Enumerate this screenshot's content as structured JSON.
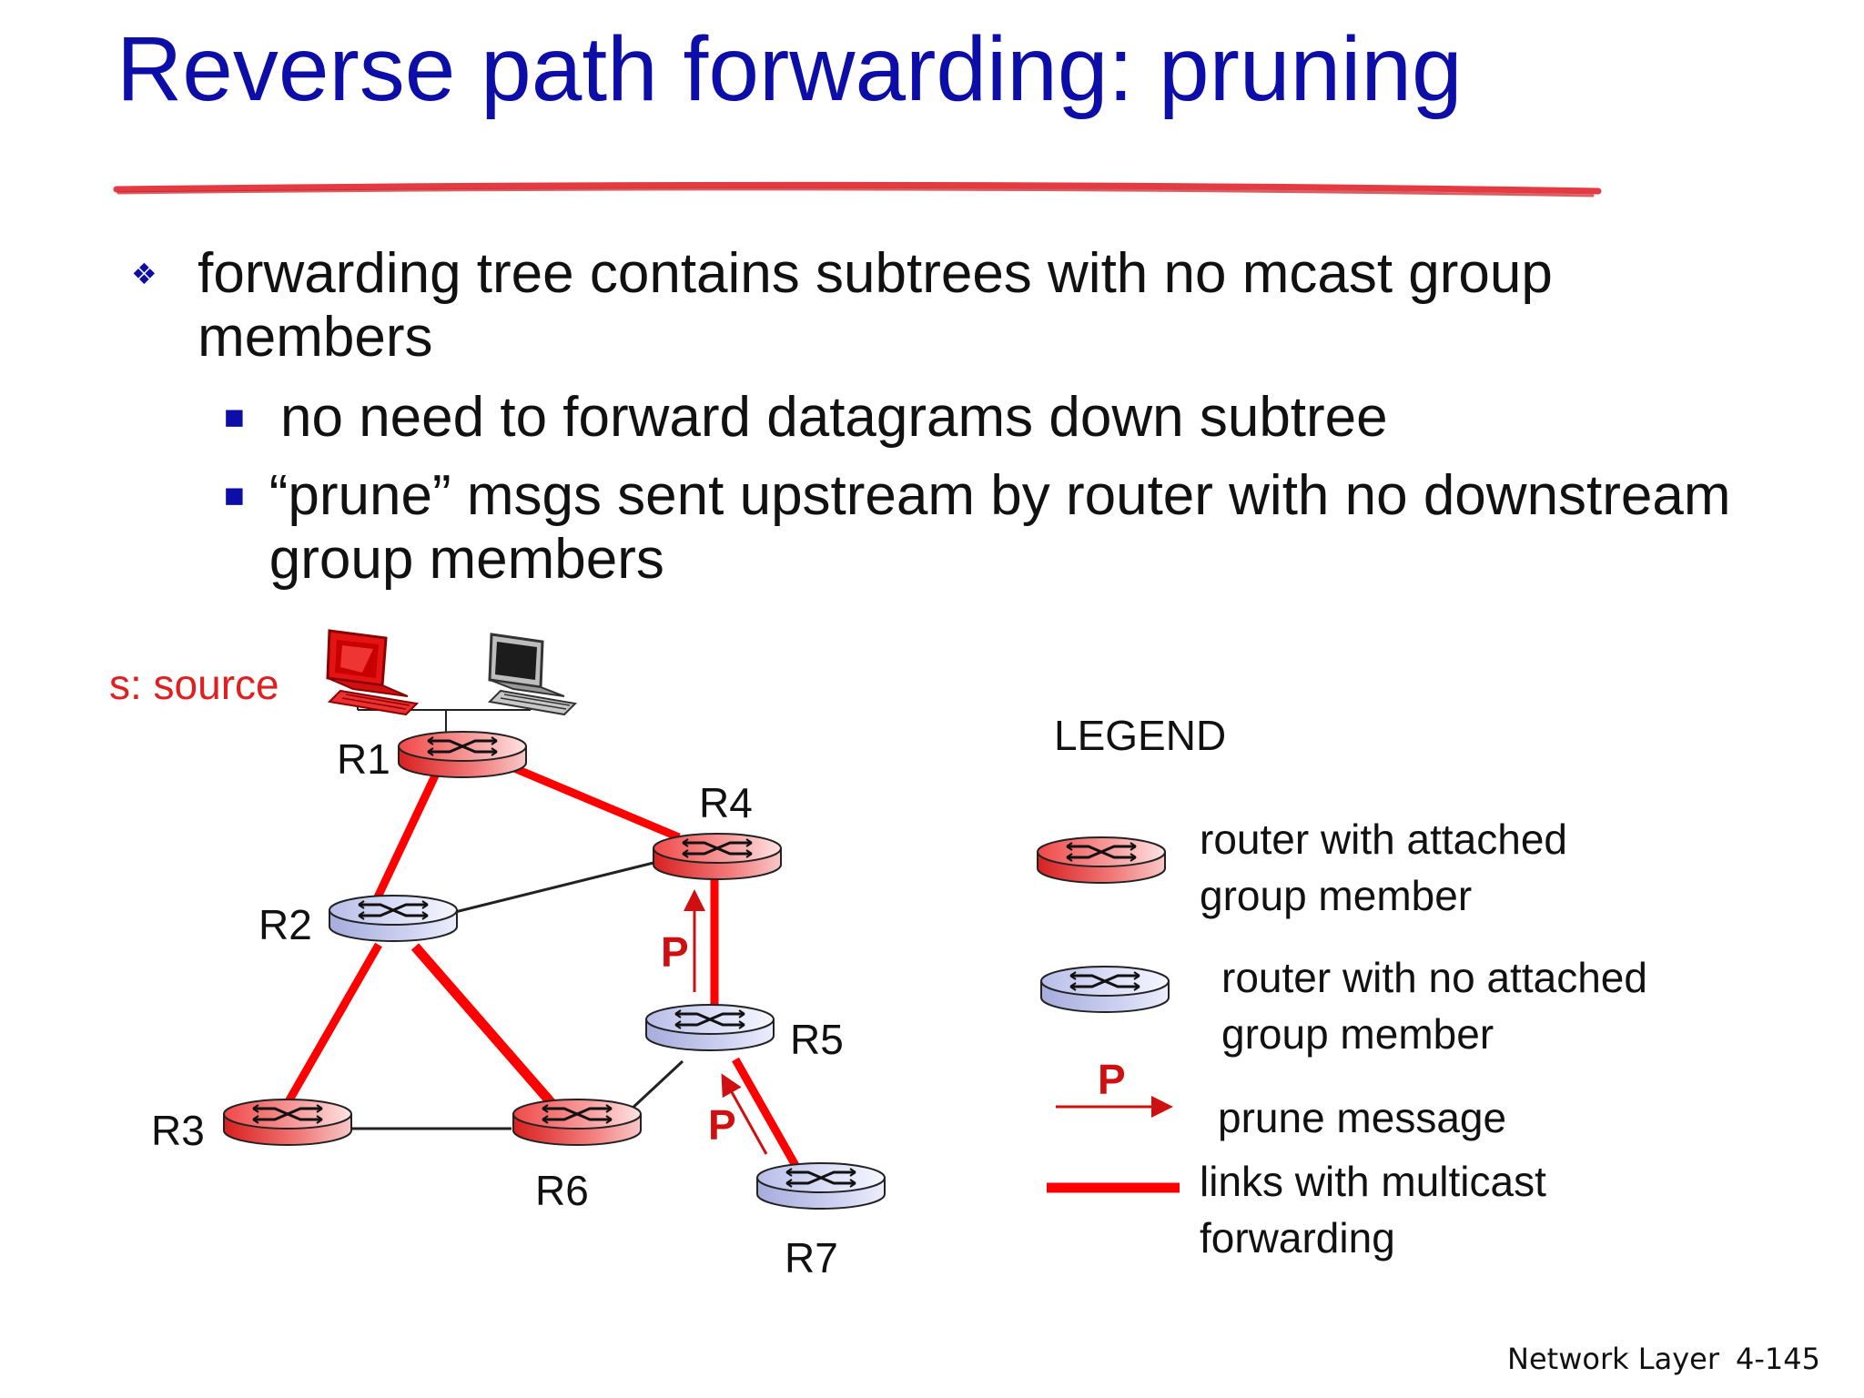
{
  "slide": {
    "title": "Reverse path forwarding: pruning"
  },
  "bullets": [
    {
      "text": "forwarding tree contains subtrees with no mcast group members"
    },
    {
      "text": "no need to forward datagrams down subtree"
    },
    {
      "text": "“prune” msgs sent upstream by router with no downstream group members"
    }
  ],
  "diagram": {
    "source_label": "s: source",
    "routers": [
      {
        "label": "R1",
        "attached_member": true
      },
      {
        "label": "R2",
        "attached_member": false
      },
      {
        "label": "R3",
        "attached_member": true
      },
      {
        "label": "R4",
        "attached_member": true
      },
      {
        "label": "R5",
        "attached_member": false
      },
      {
        "label": "R6",
        "attached_member": true
      },
      {
        "label": "R7",
        "attached_member": false
      }
    ],
    "links": [
      {
        "from": "R1",
        "to": "R2",
        "multicast": true
      },
      {
        "from": "R1",
        "to": "R4",
        "multicast": true
      },
      {
        "from": "R2",
        "to": "R4",
        "multicast": false
      },
      {
        "from": "R2",
        "to": "R3",
        "multicast": true
      },
      {
        "from": "R2",
        "to": "R6",
        "multicast": true
      },
      {
        "from": "R3",
        "to": "R6",
        "multicast": false
      },
      {
        "from": "R6",
        "to": "R5",
        "multicast": false
      },
      {
        "from": "R5",
        "to": "R4",
        "multicast": true
      },
      {
        "from": "R5",
        "to": "R7",
        "multicast": true
      }
    ],
    "prune_messages": [
      {
        "label": "P",
        "from": "R5",
        "to": "R4"
      },
      {
        "label": "P",
        "from": "R7",
        "to": "R5"
      }
    ],
    "colors": {
      "member_router": "#f0585c",
      "non_member_router": "#c9cdf0",
      "multicast_link": "#ff0000",
      "title": "#0d0da8",
      "source_label": "#e02020"
    }
  },
  "legend": {
    "title": "LEGEND",
    "member_router": "router with attached group member",
    "non_member_router": "router with no attached group member",
    "prune_symbol": "P",
    "prune_message": "prune message",
    "multicast_link": "links with multicast forwarding"
  },
  "footer": {
    "section": "Network Layer",
    "page": "4-145"
  }
}
